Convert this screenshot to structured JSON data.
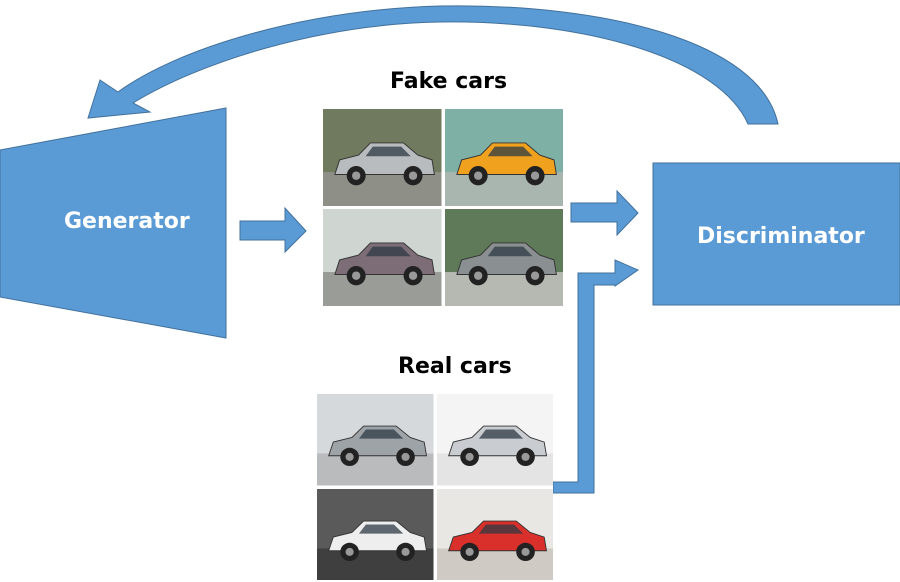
{
  "labels": {
    "generator": "Generator",
    "discriminator": "Discriminator",
    "fake_cars": "Fake cars",
    "real_cars": "Real cars"
  },
  "colors": {
    "block_fill": "#5B9BD5",
    "block_stroke": "#41719C",
    "arrow_fill": "#5B9BD5",
    "arrow_stroke": "#41719C",
    "block_text": "#FFFFFF"
  },
  "fake_car_images": [
    {
      "body": "#b9bcbf",
      "bg": "#6f7a5e",
      "ground": "#8e8f86"
    },
    {
      "body": "#f0a21e",
      "bg": "#7fb0a6",
      "ground": "#a9b6b0"
    },
    {
      "body": "#7c6d77",
      "bg": "#cfd6d2",
      "ground": "#9a9c97"
    },
    {
      "body": "#8a9092",
      "bg": "#5f7a59",
      "ground": "#b6b8b2"
    }
  ],
  "real_car_images": [
    {
      "body": "#9ea3a8",
      "bg": "#d6d9dc",
      "ground": "#b9bbbd"
    },
    {
      "body": "#c9ccd0",
      "bg": "#f4f4f4",
      "ground": "#e4e4e4"
    },
    {
      "body": "#eeeeee",
      "bg": "#5a5a5a",
      "ground": "#3f3f3f"
    },
    {
      "body": "#d9302b",
      "bg": "#e9e7e3",
      "ground": "#cfcac3"
    }
  ]
}
